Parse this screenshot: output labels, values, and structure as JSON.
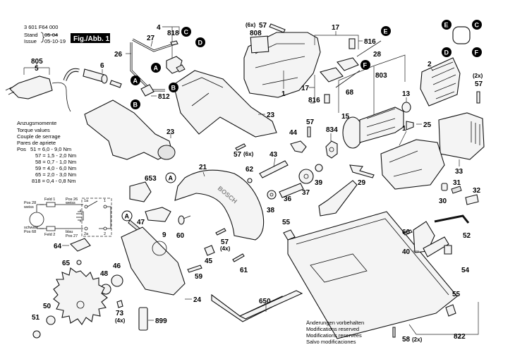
{
  "header": {
    "doc_number": "3 601 F64 000",
    "stand_label": "Stand",
    "issue_label": "Issue",
    "stand_value": "05-04",
    "issue_value": "05-10-19",
    "figure_label": "Fig./Abb. 1"
  },
  "torque": {
    "lines": [
      "Anzugsmomente",
      "Torque values",
      "Couple de serrage",
      "Pares de apriete"
    ],
    "pos_label": "Pos",
    "values": [
      "51 = 6,0 - 9,0 Nm",
      "57 = 1,5 - 2,0 Nm",
      "58 = 0,7 - 1,0 Nm",
      "59 = 4,0 - 6,0 Nm",
      "65 = 2,0 - 3,0 Nm",
      "818 = 0,4 - 0,8 Nm"
    ]
  },
  "wiring": {
    "feld1": "Feld 1",
    "feld2": "Feld 2",
    "pos26a": "Pos 26",
    "pos26b": "weiss",
    "pos28a": "Pos 28",
    "pos28b": "weiss",
    "schwarz": "schwarz",
    "pos68": "Pos 68",
    "blau": "blau",
    "pos27": "Pos 27",
    "t1": "1",
    "t2": "2",
    "t1a": "1a",
    "t2a": "2a"
  },
  "footer": {
    "lines": [
      "Änderungen vorbehalten",
      "Modifications reserved",
      "Modifications reservees",
      "Salvo modificaciones"
    ]
  },
  "refs": {
    "A": "A",
    "B": "B",
    "C": "C",
    "D": "D",
    "E": "E",
    "F": "F"
  },
  "parts": {
    "p805": "805",
    "p5": "5",
    "p6": "6",
    "p26": "26",
    "p27": "27",
    "p4": "4",
    "p818": "818",
    "p812": "812",
    "p808": "808",
    "p57a": "57",
    "p57a_qty": "(6x)",
    "p1a": "1",
    "p17a": "17",
    "p816a": "816",
    "p28": "28",
    "p17b": "17",
    "p816b": "816",
    "p68": "68",
    "p803": "803",
    "p13": "13",
    "p2": "2",
    "p57b": "57",
    "p57b_qty": "(2x)",
    "p15": "15",
    "p834": "834",
    "p25": "25",
    "p1b": "1",
    "p33": "33",
    "p23a": "23",
    "p23b": "23",
    "p57c": "57",
    "p57c_qty": "(6x)",
    "p57d": "57",
    "p44": "44",
    "p43": "43",
    "p62": "62",
    "p21": "21",
    "p653": "653",
    "p47": "47",
    "p9": "9",
    "p60a": "60",
    "p38": "38",
    "p36": "36",
    "p37": "37",
    "p39": "39",
    "p29": "29",
    "p31": "31",
    "p30": "30",
    "p32": "32",
    "p52": "52",
    "p60b": "60",
    "p40": "40",
    "p54": "54",
    "p55a": "55",
    "p55b": "55",
    "p64": "64",
    "p65": "65",
    "p48": "48",
    "p46": "46",
    "p50": "50",
    "p51": "51",
    "p73": "73",
    "p73_qty": "(4x)",
    "p899": "899",
    "p57e": "57",
    "p57e_qty": "(4x)",
    "p45": "45",
    "p59": "59",
    "p61": "61",
    "p24": "24",
    "p650": "650",
    "p58": "58",
    "p58_qty": "(2x)",
    "p822": "822"
  },
  "brand_on_guard": "BOSCH"
}
